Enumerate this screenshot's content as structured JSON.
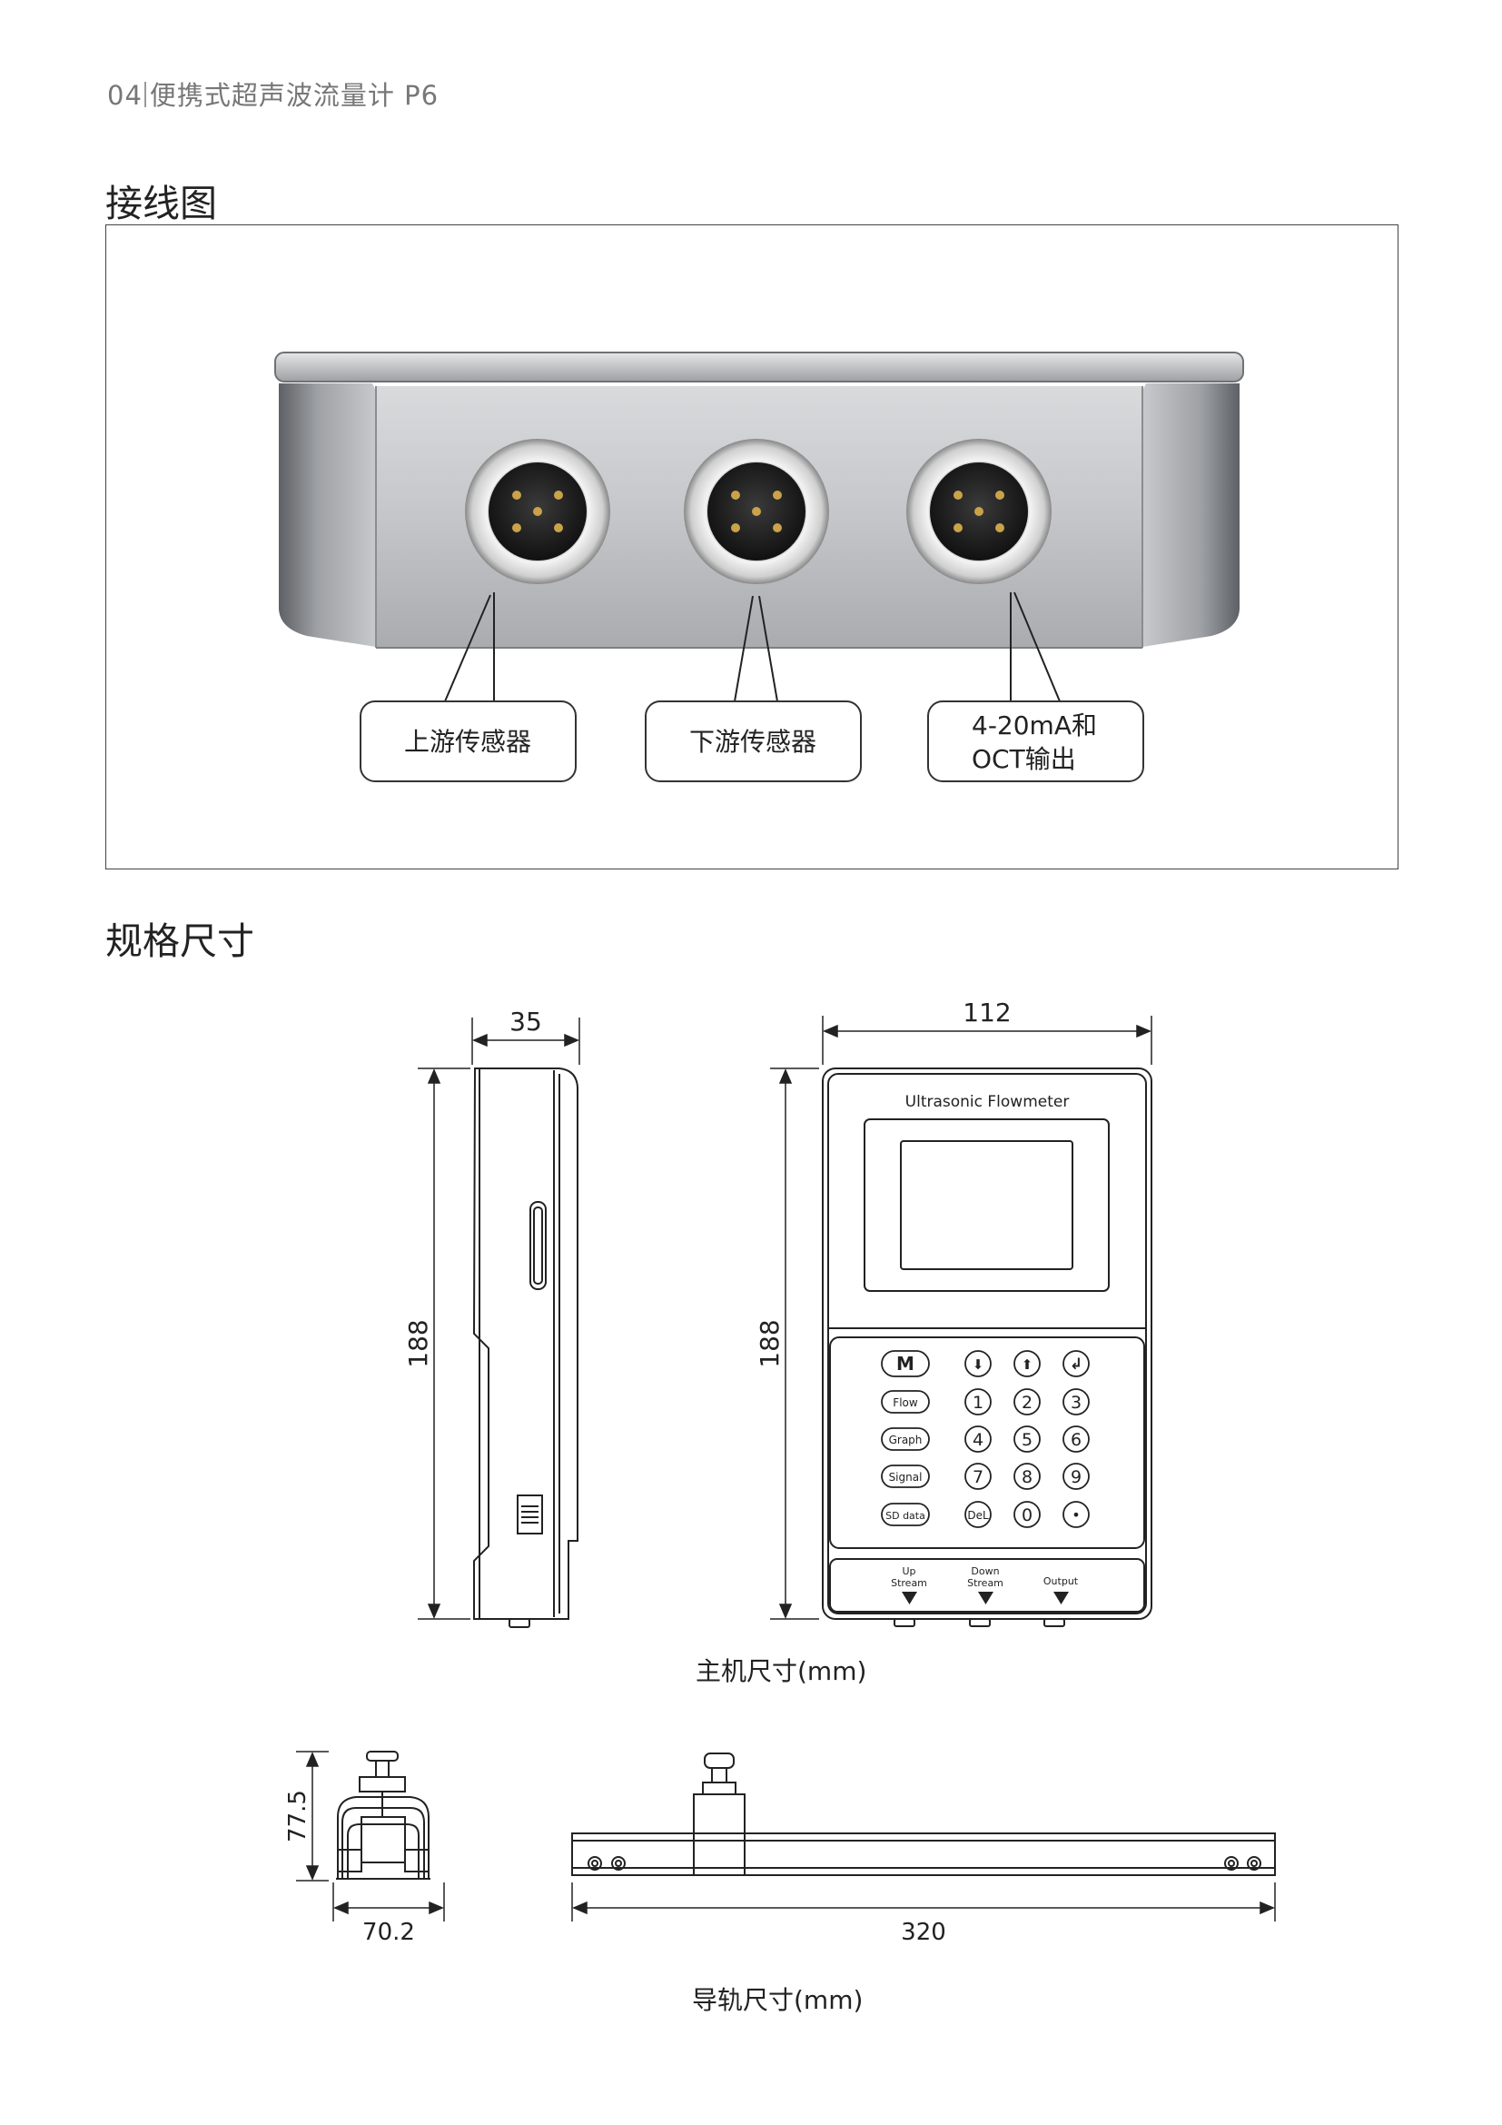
{
  "header": {
    "page_number": "04",
    "text": "便携式超声波流量计 P6"
  },
  "sections": {
    "wiring_title": "接线图",
    "spec_title": "规格尺寸"
  },
  "wiring": {
    "label_upstream": "上游传感器",
    "label_downstream": "下游传感器",
    "label_output_line1": "4-20mA和",
    "label_output_line2": "OCT输出"
  },
  "main_unit": {
    "dim_depth": "35",
    "dim_height_side": "188",
    "dim_width": "112",
    "dim_height_front": "188",
    "brand_text": "Ultrasonic Flowmeter",
    "keys": {
      "m": "M",
      "flow": "Flow",
      "graph": "Graph",
      "signal": "Signal",
      "sd": "SD data",
      "down": "⬇",
      "up": "⬆",
      "enter": "↲",
      "k1": "1",
      "k2": "2",
      "k3": "3",
      "k4": "4",
      "k5": "5",
      "k6": "6",
      "k7": "7",
      "k8": "8",
      "k9": "9",
      "del": "DeL",
      "k0": "0",
      "dot": "•"
    },
    "ports": {
      "up_1": "Up",
      "up_2": "Stream",
      "down_1": "Down",
      "down_2": "Stream",
      "output": "Output"
    },
    "caption": "主机尺寸(mm)"
  },
  "rail": {
    "dim_height": "77.5",
    "dim_width": "70.2",
    "dim_length": "320",
    "caption": "导轨尺寸(mm)"
  }
}
